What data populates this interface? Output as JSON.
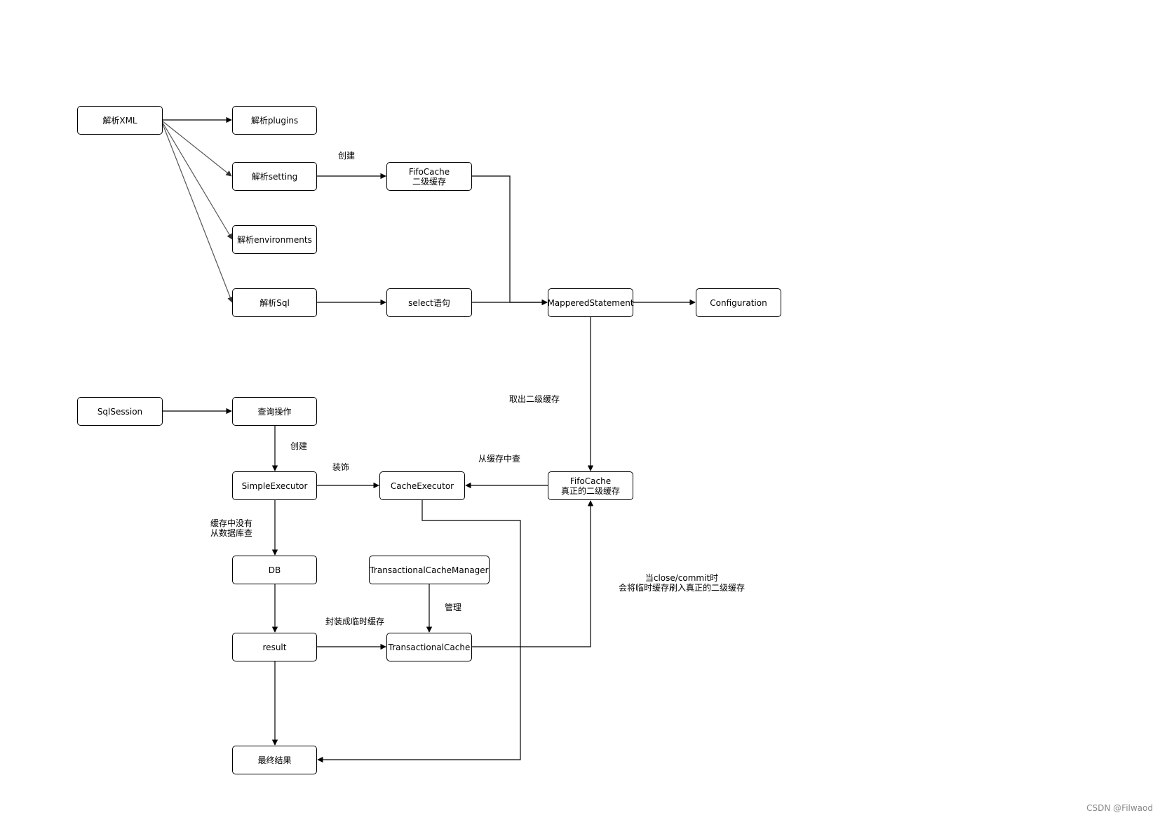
{
  "nodes": {
    "parse_xml": "解析XML",
    "parse_plugins": "解析plugins",
    "parse_setting": "解析setting",
    "parse_environments": "解析environments",
    "parse_sql": "解析Sql",
    "fifo_cache_top": "FifoCache\n二级缓存",
    "select_stmt": "select语句",
    "mapped_statement": "MapperedStatement",
    "configuration": "Configuration",
    "sql_session": "SqlSession",
    "query_op": "查询操作",
    "simple_executor": "SimpleExecutor",
    "cache_executor": "CacheExecutor",
    "fifo_cache_real": "FifoCache\n真正的二级缓存",
    "db": "DB",
    "tx_cache_manager": "TransactionalCacheManager",
    "result": "result",
    "tx_cache": "TransactionalCache",
    "final_result": "最终结果"
  },
  "labels": {
    "create_top": "创建",
    "take_out": "取出二级缓存",
    "query_from_cache": "从缓存中查",
    "create_bottom": "创建",
    "decorate": "装饰",
    "no_cache": "缓存中没有\n从数据库查",
    "manage": "管理",
    "wrap_temp": "封装成临时缓存",
    "on_commit": "当close/commit时\n会将临时缓存刷入真正的二级缓存"
  },
  "watermark": "CSDN @Filwaod",
  "colors": {
    "edge_curve": "#555555",
    "edge": "#000000"
  }
}
